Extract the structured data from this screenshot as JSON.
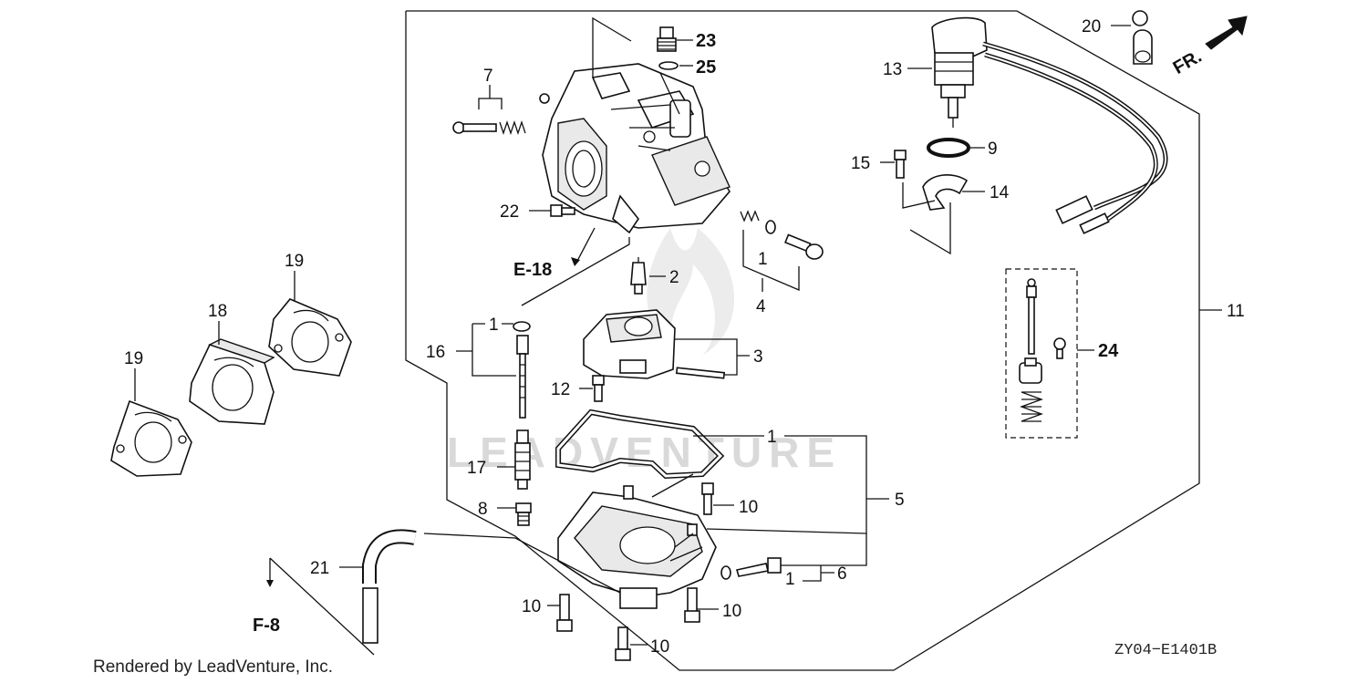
{
  "callouts": {
    "c1a": "1",
    "c1b": "1",
    "c1c": "1",
    "c1d": "1",
    "c2": "2",
    "c3": "3",
    "c4": "4",
    "c5": "5",
    "c6": "6",
    "c7": "7",
    "c8": "8",
    "c9": "9",
    "c10a": "10",
    "c10b": "10",
    "c10c": "10",
    "c10d": "10",
    "c11": "11",
    "c12": "12",
    "c13": "13",
    "c14": "14",
    "c15": "15",
    "c16": "16",
    "c17": "17",
    "c18": "18",
    "c19a": "19",
    "c19b": "19",
    "c20": "20",
    "c21": "21",
    "c22": "22",
    "c23": "23",
    "c24": "24",
    "c25": "25"
  },
  "references": {
    "e18": "E-18",
    "f8": "F-8",
    "front": "FR."
  },
  "watermark": "LEADVENTURE",
  "footer": {
    "credit": "Rendered by LeadVenture, Inc.",
    "diagram_code": "ZY04−E1401B"
  }
}
